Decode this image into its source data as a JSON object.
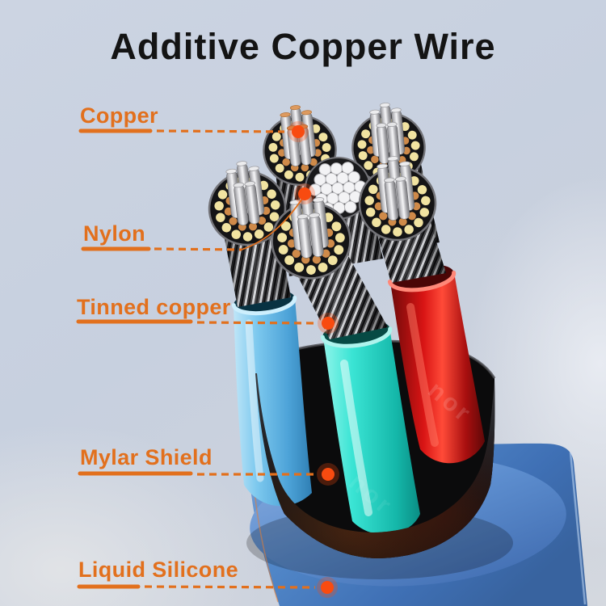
{
  "title": "Additive Copper Wire",
  "watermark": "nor",
  "labels": [
    {
      "id": "copper",
      "text": "Copper"
    },
    {
      "id": "nylon",
      "text": "Nylon"
    },
    {
      "id": "tinned-copper",
      "text": "Tinned copper"
    },
    {
      "id": "mylar-shield",
      "text": "Mylar Shield"
    },
    {
      "id": "liquid-silicone",
      "text": "Liquid Silicone"
    }
  ],
  "colors": {
    "accent": "#e2701d",
    "dot": "#f84b10",
    "title": "#141414",
    "background": "#ccd3e0",
    "jacket_blue": "#4a7fc4",
    "shield_black": "#1b1b1e",
    "shield_brown": "#6b3413",
    "sleeve_light_blue": "#6fc0ea",
    "sleeve_teal": "#23d3c4",
    "sleeve_red": "#d81414",
    "nylon_bead_yellow": "#f1e3a1",
    "copper_bead": "#cf8a49",
    "conductor_silver": "#d8d8dc",
    "nylon_rod_white": "#f3f3f5"
  }
}
